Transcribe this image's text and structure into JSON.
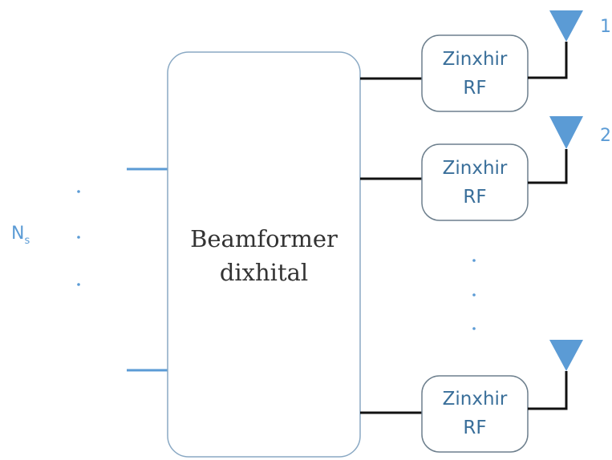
{
  "beamformer": {
    "line1": "Beamformer",
    "line2": "dixhital"
  },
  "rf_chains": [
    {
      "line1": "Zinxhir",
      "line2": "RF",
      "antenna_label": "1"
    },
    {
      "line1": "Zinxhir",
      "line2": "RF",
      "antenna_label": "2"
    },
    {
      "line1": "Zinxhir",
      "line2": "RF",
      "antenna_label": ""
    }
  ],
  "streams": {
    "label_main": "N",
    "label_sub": "s"
  },
  "colors": {
    "box_stroke": "#8aa9c4",
    "input_line": "#5b9bd5",
    "antenna": "#5b9bd5",
    "wire": "#111111",
    "dots": "#5b9bd5",
    "labels_blue": "#5b9bd5"
  }
}
